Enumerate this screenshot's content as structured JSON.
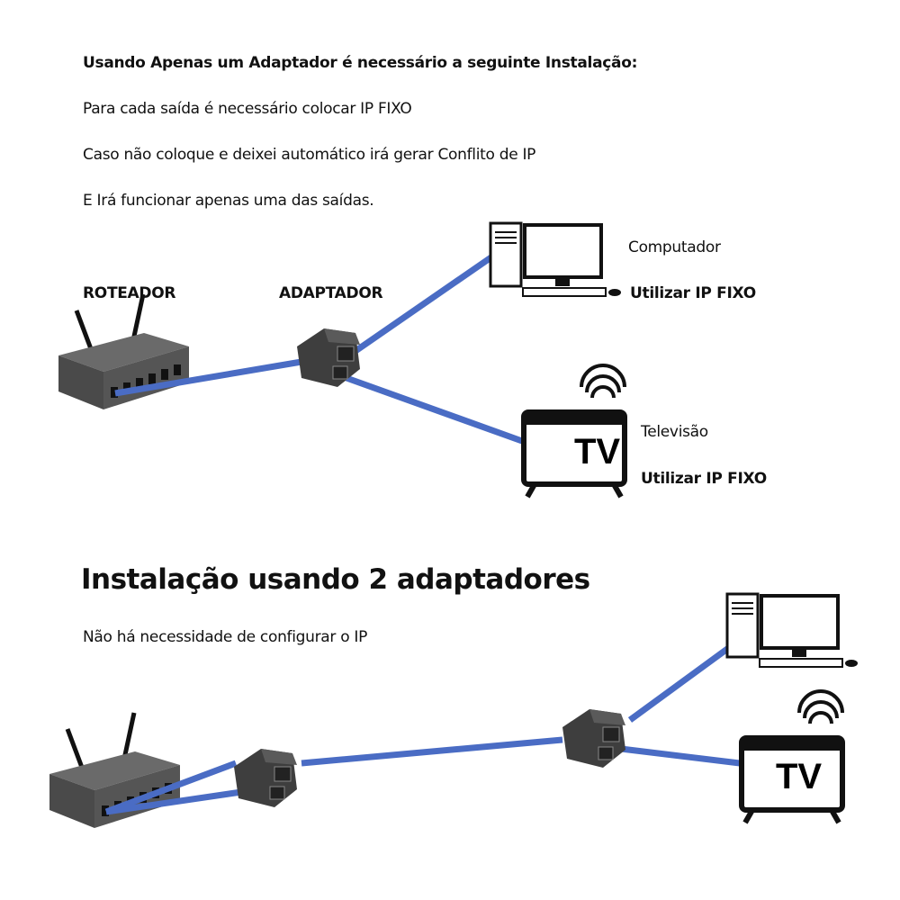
{
  "section1": {
    "title": "Usando Apenas um Adaptador é necessário a seguinte Instalação:",
    "lines": [
      "Para cada saída é necessário colocar IP FIXO",
      "Caso não coloque e deixei automático irá gerar Conflito de IP",
      "E Irá funcionar apenas uma das saídas."
    ],
    "router_label": "ROTEADOR",
    "adapter_label": "ADAPTADOR",
    "computer_label": "Computador",
    "computer_note": "Utilizar IP FIXO",
    "tv_label": "Televisão",
    "tv_note": "Utilizar IP FIXO",
    "tv_screen": "TV"
  },
  "section2": {
    "title": "Instalação usando 2 adaptadores",
    "subtitle": "Não há necessidade de configurar o IP",
    "tv_screen": "TV"
  },
  "colors": {
    "cable": "#4a6cc4",
    "device": "#5a5a5a"
  }
}
